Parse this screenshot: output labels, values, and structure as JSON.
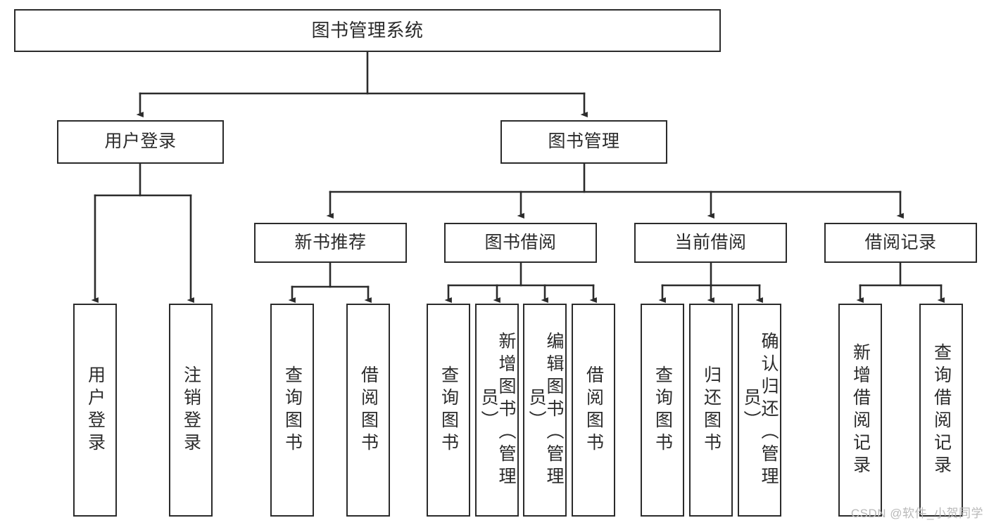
{
  "diagram": {
    "title": "图书管理系统",
    "type": "tree-hierarchy-diagram",
    "watermark": "CSDN @软件_小贺同学",
    "colors": {
      "box_border": "#2b2b2b",
      "box_fill": "#ffffff",
      "edge": "#2b2b2b",
      "text": "#2b2b2b",
      "watermark": "#b9b9b9",
      "background": "#ffffff"
    },
    "nodes": {
      "root": {
        "label": "图书管理系统"
      },
      "level2": [
        {
          "id": "user-login",
          "label": "用户登录"
        },
        {
          "id": "book-manage",
          "label": "图书管理"
        }
      ],
      "level3": [
        {
          "id": "new-book-recommend",
          "label": "新书推荐"
        },
        {
          "id": "book-borrow",
          "label": "图书借阅"
        },
        {
          "id": "current-borrow",
          "label": "当前借阅"
        },
        {
          "id": "borrow-record",
          "label": "借阅记录"
        }
      ],
      "leaves": [
        {
          "id": "leaf-user-login",
          "label": "用户登录"
        },
        {
          "id": "leaf-logout-login",
          "label": "注销登录"
        },
        {
          "id": "leaf-query-book-1",
          "label": "查询图书"
        },
        {
          "id": "leaf-borrow-book-1",
          "label": "借阅图书"
        },
        {
          "id": "leaf-query-book-2",
          "label": "查询图书"
        },
        {
          "id": "leaf-add-book",
          "label": "新增图书（管理员）"
        },
        {
          "id": "leaf-edit-book",
          "label": "编辑图书（管理员）"
        },
        {
          "id": "leaf-borrow-book-2",
          "label": "借阅图书"
        },
        {
          "id": "leaf-query-book-3",
          "label": "查询图书"
        },
        {
          "id": "leaf-return-book",
          "label": "归还图书"
        },
        {
          "id": "leaf-confirm-return",
          "label": "确认归还（管理员）"
        },
        {
          "id": "leaf-add-borrow-record",
          "label": "新增借阅记录"
        },
        {
          "id": "leaf-query-borrow-record",
          "label": "查询借阅记录"
        }
      ]
    }
  }
}
